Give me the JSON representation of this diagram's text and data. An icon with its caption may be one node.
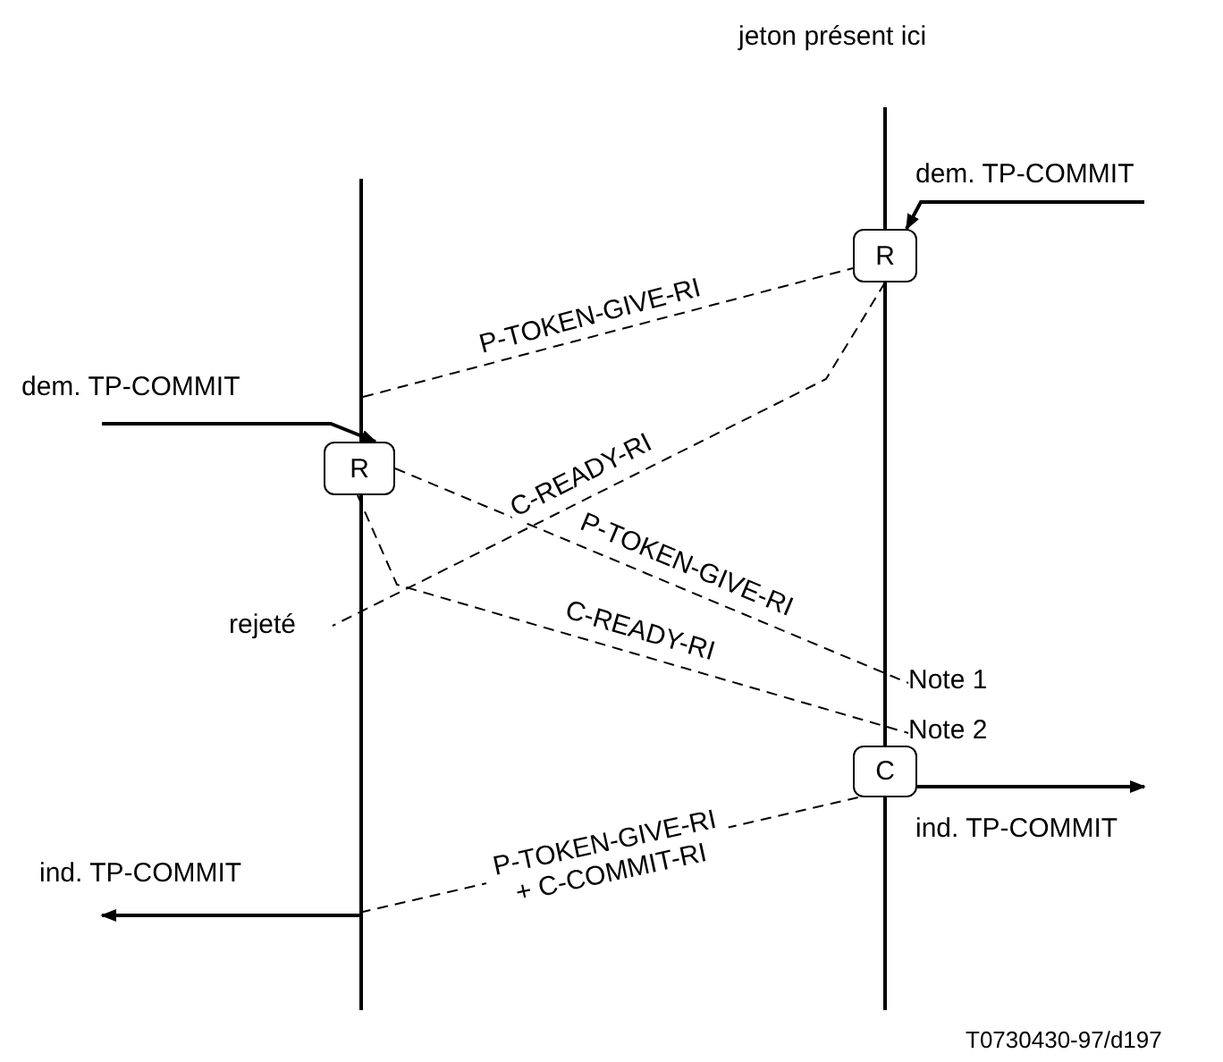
{
  "diagram": {
    "nodes": [
      {
        "text": [
          "R"
        ]
      },
      {
        "text": [
          "R"
        ]
      },
      {
        "text": [
          "rejeté"
        ]
      },
      {
        "text": [
          "Note 1"
        ]
      },
      {
        "text": [
          "Note 2"
        ]
      },
      {
        "text": [
          "C"
        ]
      }
    ],
    "edges": [
      {
        "from": null,
        "to": 0,
        "arrow": "to",
        "label": "dem. TP-COMMIT"
      },
      {
        "from": null,
        "to": 0,
        "arrow": "none",
        "style": "dashed",
        "label": "P-TOKEN-GIVE-RI"
      },
      {
        "from": null,
        "to": 1,
        "arrow": "to",
        "label": "dem. TP-COMMIT"
      },
      {
        "from": 0,
        "to": 2,
        "arrow": "none",
        "style": "dashed",
        "label": "C-READY-RI"
      },
      {
        "from": 1,
        "to": 3,
        "arrow": "none",
        "style": "dashed",
        "label": "P-TOKEN-GIVE-RI"
      },
      {
        "from": 1,
        "to": 4,
        "arrow": "none",
        "style": "dashed",
        "label": "C-READY-RI"
      },
      {
        "from": 5,
        "to": null,
        "arrow": "to",
        "label": "ind. TP-COMMIT"
      },
      {
        "from": 5,
        "to": null,
        "arrow": "none",
        "style": "dashed",
        "label": "P-TOKEN-GIVE-RI + C-COMMIT-RI"
      }
    ],
    "labels": [
      "jeton présent ici",
      "ind. TP-COMMIT",
      "T0730430-97/d197"
    ]
  }
}
